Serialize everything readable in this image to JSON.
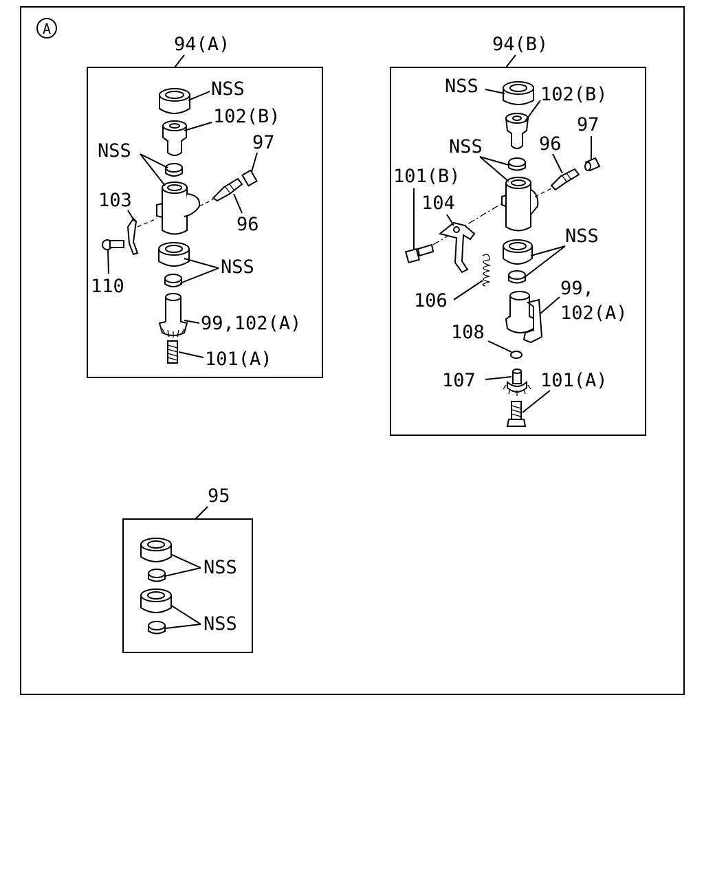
{
  "diagram": {
    "section_marker": "A",
    "groups": [
      {
        "id": "94A",
        "title": "94(A)",
        "labels": [
          "NSS",
          "102(B)",
          "NSS",
          "97",
          "103",
          "96",
          "NSS",
          "110",
          "99,102(A)",
          "101(A)"
        ]
      },
      {
        "id": "94B",
        "title": "94(B)",
        "labels": [
          "NSS",
          "102(B)",
          "97",
          "NSS",
          "96",
          "101(B)",
          "104",
          "NSS",
          "99,",
          "102(A)",
          "106",
          "108",
          "107",
          "101(A)"
        ]
      },
      {
        "id": "95",
        "title": "95",
        "labels": [
          "NSS",
          "NSS"
        ]
      }
    ]
  }
}
